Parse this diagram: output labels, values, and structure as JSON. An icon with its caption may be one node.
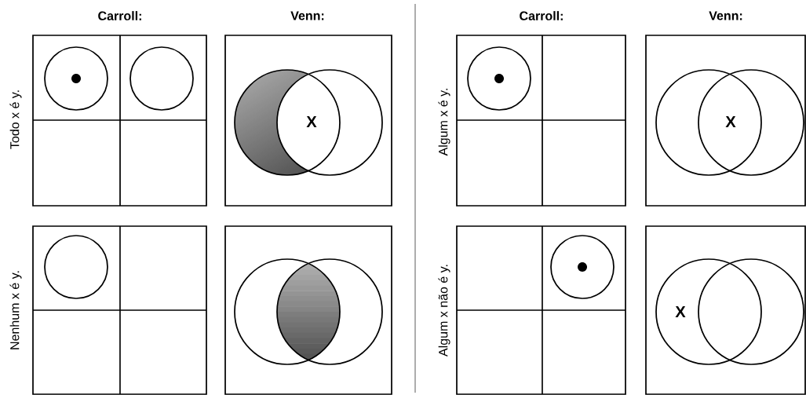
{
  "diagram": {
    "labels": [
      "Carroll:",
      "Venn:",
      "Carroll:",
      "Venn:",
      "Todo x é y.",
      "X",
      "Algum x é y.",
      "X",
      "Nenhum x é y.",
      "Algum x não é y.",
      "X"
    ]
  }
}
